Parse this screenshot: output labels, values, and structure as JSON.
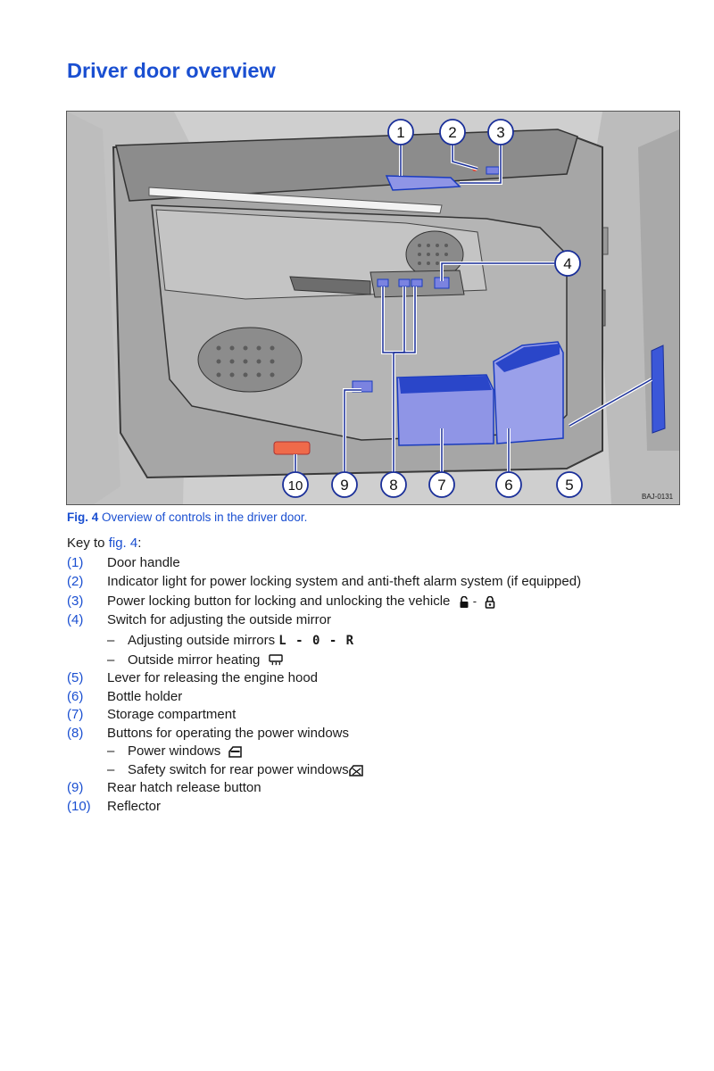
{
  "page": {
    "title": "Driver door overview"
  },
  "figure": {
    "code": "BAJ-0131",
    "callouts": [
      "1",
      "2",
      "3",
      "4",
      "5",
      "10",
      "9",
      "8",
      "7",
      "6"
    ],
    "caption_label": "Fig. 4",
    "caption_text": "Overview of controls in the driver door."
  },
  "key": {
    "intro": "Key to",
    "intro_ref": "fig. 4",
    "intro_end": ":",
    "items": [
      {
        "num": "(1)",
        "text": "Door handle"
      },
      {
        "num": "(2)",
        "text": "Indicator light for power locking system and anti-theft alarm system (if equipped)"
      },
      {
        "num": "(3)",
        "text": "Power locking button for locking and unlocking the vehicle"
      },
      {
        "num": "(4)",
        "text": "Switch for adjusting the outside mirror"
      },
      {
        "num": "(5)",
        "text": "Lever for releasing the engine hood"
      },
      {
        "num": "(6)",
        "text": "Bottle holder"
      },
      {
        "num": "(7)",
        "text": "Storage compartment"
      },
      {
        "num": "(8)",
        "text": "Buttons for operating the power windows"
      },
      {
        "num": "(9)",
        "text": "Rear hatch release button"
      },
      {
        "num": "(10)",
        "text": "Reflector"
      }
    ],
    "sub_items": {
      "mirror_adjust": "Adjusting outside mirrors",
      "mirror_symbols": "L - 0 - R",
      "mirror_heating": "Outside mirror heating",
      "power_windows": "Power windows",
      "safety_switch": "Safety switch for rear power windows"
    },
    "dash": "–",
    "lock_separator": "-"
  },
  "icons": {
    "unlock": "unlock-icon",
    "lock": "lock-icon",
    "mirror_heating": "mirror-heating-icon",
    "window": "power-window-icon",
    "safety": "window-safety-icon"
  },
  "colors": {
    "accent": "#1a4fd1",
    "highlight": "#7b83e0"
  }
}
